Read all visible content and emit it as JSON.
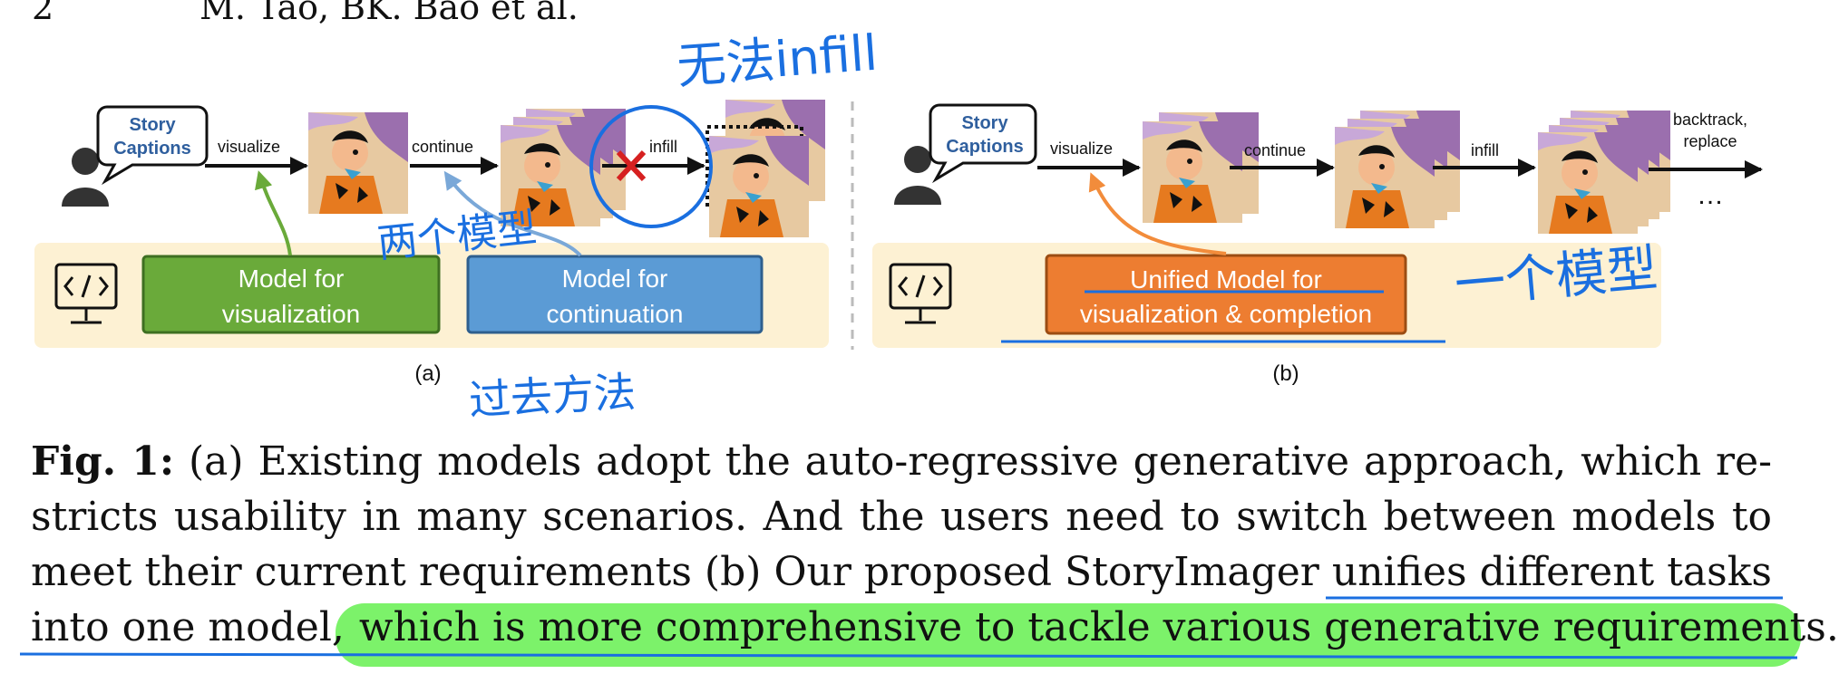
{
  "header": {
    "page_number": "2",
    "authors": "M. Tao, BK. Bao et al."
  },
  "figure": {
    "panel_a": {
      "story_captions_line1": "Story",
      "story_captions_line2": "Captions",
      "arrow_visualize": "visualize",
      "arrow_continue": "continue",
      "arrow_infill": "infill",
      "model_vis_line1": "Model for",
      "model_vis_line2": "visualization",
      "model_cont_line1": "Model for",
      "model_cont_line2": "continuation",
      "sublabel": "(a)"
    },
    "panel_b": {
      "story_captions_line1": "Story",
      "story_captions_line2": "Captions",
      "arrow_visualize": "visualize",
      "arrow_continue": "continue",
      "arrow_infill": "infill",
      "arrow_backtrack_line1": "backtrack,",
      "arrow_backtrack_line2": "replace",
      "ellipsis": "…",
      "unified_line1": "Unified Model for",
      "unified_line2": "visualization & completion",
      "sublabel": "(b)"
    },
    "colors": {
      "green_box": "#6aaa3a",
      "blue_box": "#5b9bd5",
      "orange_box": "#ed7d31",
      "beige_panel": "#fdf1d3",
      "caption_blue": "#2f5f9e",
      "annotation_blue": "#1a6fe0",
      "highlight_green": "#7cf26a"
    }
  },
  "annotations": {
    "no_infill": "无法infill",
    "two_models": "两个模型",
    "past_methods": "过去方法",
    "one_model": "一个模型"
  },
  "caption": {
    "label": "Fig. 1:",
    "line1_rest": "(a) Existing models adopt the auto-regressive generative approach, which re-",
    "line2": "stricts usability in many scenarios. And the users need to switch between models to",
    "line3": "meet their current requirements (b) Our proposed StoryImager unifies different tasks",
    "line4_a": "into one model,",
    "line4_b": "which is more comprehensive to tackle various generative requirements."
  }
}
